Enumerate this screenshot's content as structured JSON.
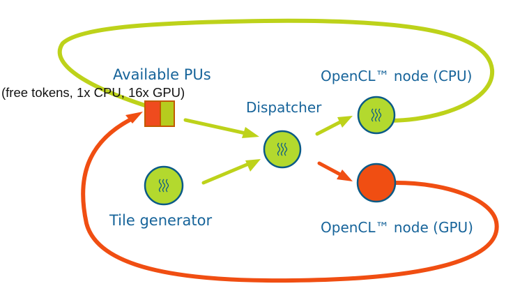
{
  "labels": {
    "available_pus": "Available PUs",
    "free_tokens": "(free tokens, 1x CPU, 16x GPU)",
    "dispatcher": "Dispatcher",
    "opencl_cpu": "OpenCL™ node (CPU)",
    "opencl_gpu": "OpenCL™ node (GPU)",
    "tile_generator": "Tile generator"
  },
  "colors": {
    "cpu_path": "#bdd21a",
    "gpu_path": "#f04e12",
    "node_fill": "#b3d92e",
    "node_stroke": "#0a5a86",
    "label_text": "#17649a",
    "token_text": "#111111",
    "gpu_token": "#ef4b1e",
    "cpu_token": "#b6cc1e",
    "token_stroke": "#c25a00"
  },
  "icons": {
    "node_icon": "wavy-lines-icon",
    "gpu_node": "filled-circle-icon",
    "tokens": "token-squares-icon"
  }
}
